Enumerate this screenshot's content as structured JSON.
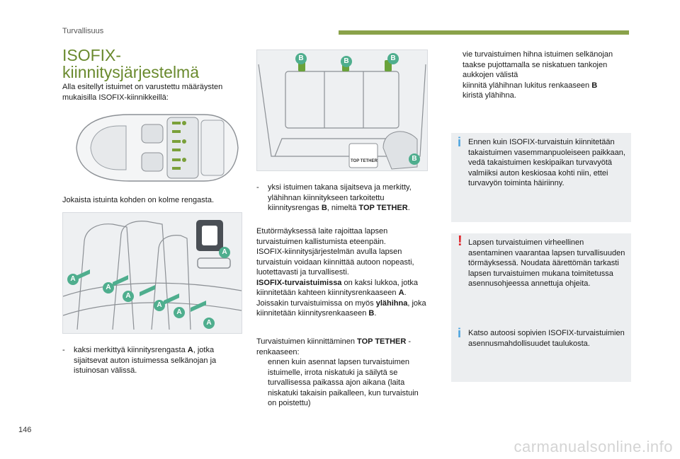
{
  "header": {
    "section": "Turvallisuus",
    "accent_color": "#8aa24a"
  },
  "heading": {
    "line1": "ISOFIX-",
    "line2": "kiinnitysjärjestelmä",
    "color": "#6a8a2e"
  },
  "col1": {
    "intro": "Alla esitellyt istuimet on varustettu määräysten mukaisilla ISOFIX-kiinnikkeillä:",
    "rings_text": "Jokaista istuinta kohden on kolme rengasta.",
    "bullet_marker": "-",
    "bullet_a_pre": "kaksi merkittyä kiinnitysrengasta ",
    "bullet_a_key": "A",
    "bullet_a_post": ", jotka sijaitsevat auton istuimessa selkänojan ja istuinosan välissä."
  },
  "figure_seats": {
    "labels": [
      "A",
      "A",
      "A",
      "A",
      "A",
      "A",
      "A"
    ]
  },
  "figure_trunk": {
    "labels": [
      "B",
      "B",
      "B",
      "B"
    ],
    "tether_label": "TOP TETHER"
  },
  "col2": {
    "bullet_marker": "-",
    "bullet_b_pre": "yksi istuimen takana sijaitseva ja merkitty, ylähihnan kiinnitykseen tarkoitettu kiinnitysrengas ",
    "bullet_b_key": "B",
    "bullet_b_mid": ", nimeltä ",
    "bullet_b_key2": "TOP TETHER",
    "bullet_b_post": ".",
    "para1_l1": "Etutörmäyksessä laite rajoittaa lapsen turvaistuimen kallistumista eteenpäin.",
    "para1_l2": "ISOFIX-kiinnitysjärjestelmän avulla lapsen turvaistuin voidaan kiinnittää autoon nopeasti, luotettavasti ja turvallisesti.",
    "para1_bold": "ISOFIX-turvaistuimissa",
    "para1_l3": " on kaksi lukkoa, jotka kiinnitetään kahteen kiinnitysrenkaaseen ",
    "para1_key_a": "A",
    "para1_l4": ". Joissakin turvaistuimissa on myös ",
    "para1_bold2": "ylähihna",
    "para1_l5": ", joka kiinnitetään kiinnitysrenkaaseen ",
    "para1_key_b": "B",
    "para1_end": ".",
    "para2_pre": "Turvaistuimen kiinnittäminen ",
    "para2_bold": "TOP TETHER",
    "para2_post": " -renkaaseen:",
    "step_marker": "",
    "step1": "ennen kuin asennat lapsen turvaistuimen istuimelle, irrota niskatuki ja säilytä se turvallisessa paikassa ajon aikana (laita niskatuki takaisin paikalleen, kun turvaistuin on poistettu)"
  },
  "col3": {
    "step_marker": "",
    "step2": "vie turvaistuimen hihna istuimen selkänojan taakse pujottamalla se niskatuen tankojen aukkojen välistä",
    "step3_pre": "kiinnitä ylähihnan lukitus renkaaseen ",
    "step3_key": "B",
    "step4": "kiristä ylähihna.",
    "box1": "Ennen kuin ISOFIX-turvaistuin kiinnitetään takaistuimen vasemmanpuoleiseen paikkaan, vedä takaistuimen keskipaikan turvavyötä valmiiksi auton keskiosaa kohti niin, ettei turvavyön toiminta häiriinny.",
    "box2": "Lapsen turvaistuimen virheellinen asentaminen vaarantaa lapsen turvallisuuden törmäyksessä. Noudata äärettömän tarkasti lapsen turvaistuimen mukana toimitetussa asennusohjeessa annettuja ohjeita.",
    "box3": "Katso autoosi sopivien ISOFIX-turvaistuimien asennusmahdollisuudet taulukosta.",
    "info_glyph": "i",
    "warn_glyph": "!",
    "info_color": "#4aa3df",
    "warn_color": "#e0262b"
  },
  "footer": {
    "page": "146",
    "watermark": "carmanualsonline.info"
  }
}
